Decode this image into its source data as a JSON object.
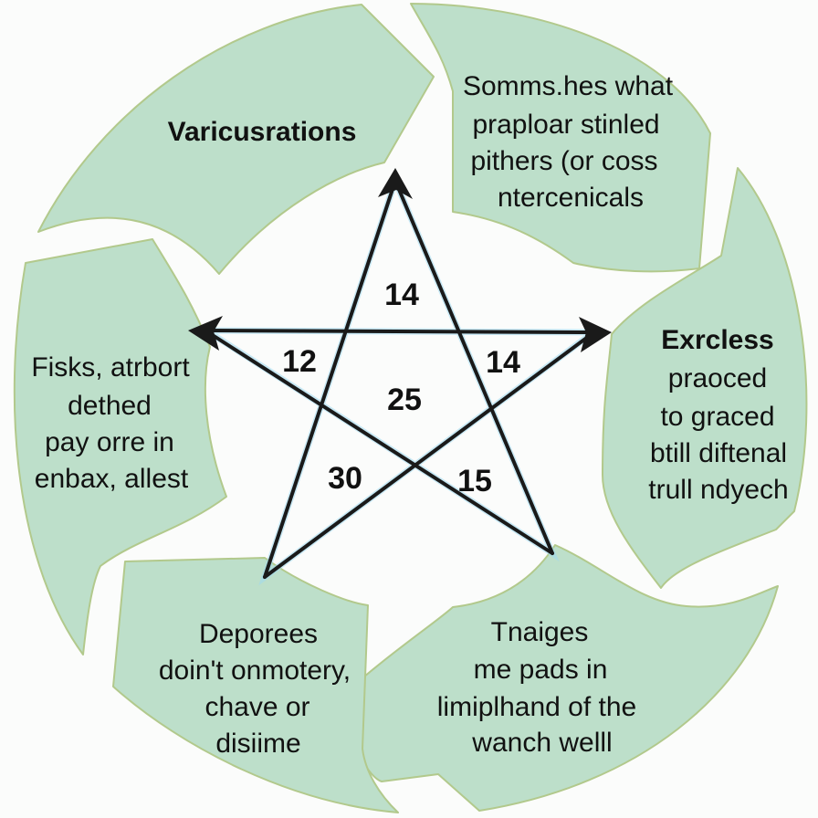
{
  "diagram": {
    "colors": {
      "segment_fill": "#bddfca",
      "segment_stroke": "#b2c98c",
      "star_line": "#1a1a1a",
      "background": "#fbfcfb"
    },
    "segments": [
      {
        "id": "top-left",
        "title": "Varicusrations",
        "lines": []
      },
      {
        "id": "top-right",
        "title": "",
        "lines": [
          "Somms.hes what",
          "praploar stinled",
          "pithers (or coss",
          "ntercenicals"
        ]
      },
      {
        "id": "right",
        "title": "Exrcless",
        "lines": [
          "praoced",
          "to graced",
          "btill diftenal",
          "trull ndyech"
        ]
      },
      {
        "id": "bottom-right",
        "title": "",
        "lines": [
          "Tnaiges",
          "me pads in",
          "limiplhand of the",
          "wanch welll"
        ]
      },
      {
        "id": "bottom-left",
        "title": "",
        "lines": [
          "Deporees",
          "doin't onmotery,",
          "chave or",
          "disiime"
        ]
      },
      {
        "id": "left",
        "title": "",
        "lines": [
          "Fisks, atrbort",
          "dethed",
          "pay orre in",
          "enbax, allest"
        ]
      }
    ],
    "star": {
      "regions": [
        {
          "id": "top-point",
          "value": "14"
        },
        {
          "id": "left-point",
          "value": "12"
        },
        {
          "id": "right-point",
          "value": "14"
        },
        {
          "id": "center",
          "value": "25"
        },
        {
          "id": "bottom-left-point",
          "value": "30"
        },
        {
          "id": "bottom-right-point",
          "value": "15"
        }
      ],
      "arrows": [
        "up",
        "left",
        "right"
      ]
    }
  }
}
